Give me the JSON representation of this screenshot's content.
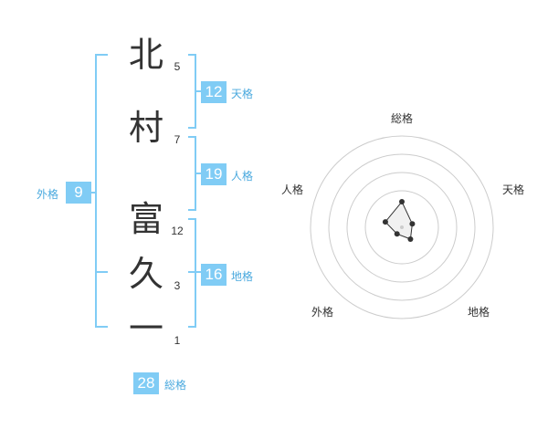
{
  "name": {
    "characters": [
      {
        "kanji": "北",
        "strokes": "5"
      },
      {
        "kanji": "村",
        "strokes": "7"
      },
      {
        "kanji": "富",
        "strokes": "12"
      },
      {
        "kanji": "久",
        "strokes": "3"
      },
      {
        "kanji": "一",
        "strokes": "1"
      }
    ]
  },
  "fortunes": {
    "ten": {
      "value": "12",
      "label": "天格"
    },
    "jin": {
      "value": "19",
      "label": "人格"
    },
    "chi": {
      "value": "16",
      "label": "地格"
    },
    "gai": {
      "value": "9",
      "label": "外格"
    },
    "sou": {
      "value": "28",
      "label": "総格"
    }
  },
  "radar": {
    "labels": {
      "top": "総格",
      "upper_right": "天格",
      "lower_right": "地格",
      "lower_left": "外格",
      "upper_left": "人格"
    },
    "values": [
      28,
      12,
      16,
      9,
      19
    ],
    "max": 100
  },
  "colors": {
    "accent": "#80ccf5",
    "bracket": "#80ccf5",
    "ring": "#cccccc",
    "polygon": "#333333"
  }
}
